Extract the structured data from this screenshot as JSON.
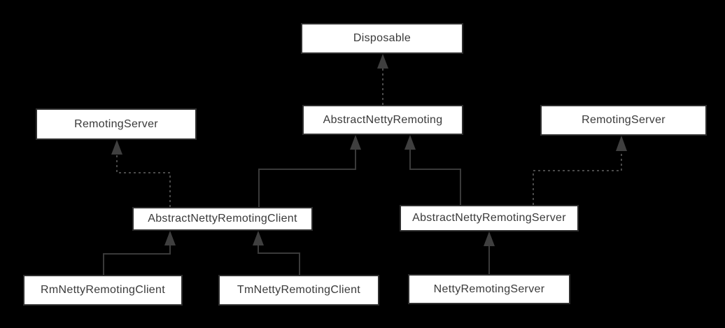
{
  "diagram": {
    "type": "uml-class-hierarchy",
    "colors": {
      "background": "#000000",
      "node_fill": "#ffffff",
      "node_border": "#2e2e2e",
      "node_text": "#3a3a3a",
      "solid_line": "#3a3a3a",
      "dashed_line": "#4a4a4a",
      "arrowhead": "#3f3f3f"
    },
    "nodes": {
      "disposable": {
        "label": "Disposable"
      },
      "remoting_server_left": {
        "label": "RemotingServer"
      },
      "abstract_netty_remoting": {
        "label": "AbstractNettyRemoting"
      },
      "remoting_server_right": {
        "label": "RemotingServer"
      },
      "abstract_client": {
        "label": "AbstractNettyRemotingClient"
      },
      "abstract_server": {
        "label": "AbstractNettyRemotingServer"
      },
      "rm_client": {
        "label": "RmNettyRemotingClient"
      },
      "tm_client": {
        "label": "TmNettyRemotingClient"
      },
      "netty_server": {
        "label": "NettyRemotingServer"
      }
    },
    "edges": [
      {
        "from": "AbstractNettyRemoting",
        "to": "Disposable",
        "line": "dashed",
        "arrow": "triangle-up"
      },
      {
        "from": "AbstractNettyRemotingClient",
        "to": "RemotingServer (left)",
        "line": "dashed",
        "arrow": "triangle-up"
      },
      {
        "from": "AbstractNettyRemotingClient",
        "to": "AbstractNettyRemoting",
        "line": "solid",
        "arrow": "triangle-up"
      },
      {
        "from": "AbstractNettyRemotingServer",
        "to": "AbstractNettyRemoting",
        "line": "solid",
        "arrow": "triangle-up"
      },
      {
        "from": "AbstractNettyRemotingServer",
        "to": "RemotingServer (right)",
        "line": "dashed",
        "arrow": "triangle-up"
      },
      {
        "from": "RmNettyRemotingClient",
        "to": "AbstractNettyRemotingClient",
        "line": "solid",
        "arrow": "triangle-up"
      },
      {
        "from": "TmNettyRemotingClient",
        "to": "AbstractNettyRemotingClient",
        "line": "solid",
        "arrow": "triangle-up"
      },
      {
        "from": "NettyRemotingServer",
        "to": "AbstractNettyRemotingServer",
        "line": "solid",
        "arrow": "triangle-up"
      }
    ]
  }
}
